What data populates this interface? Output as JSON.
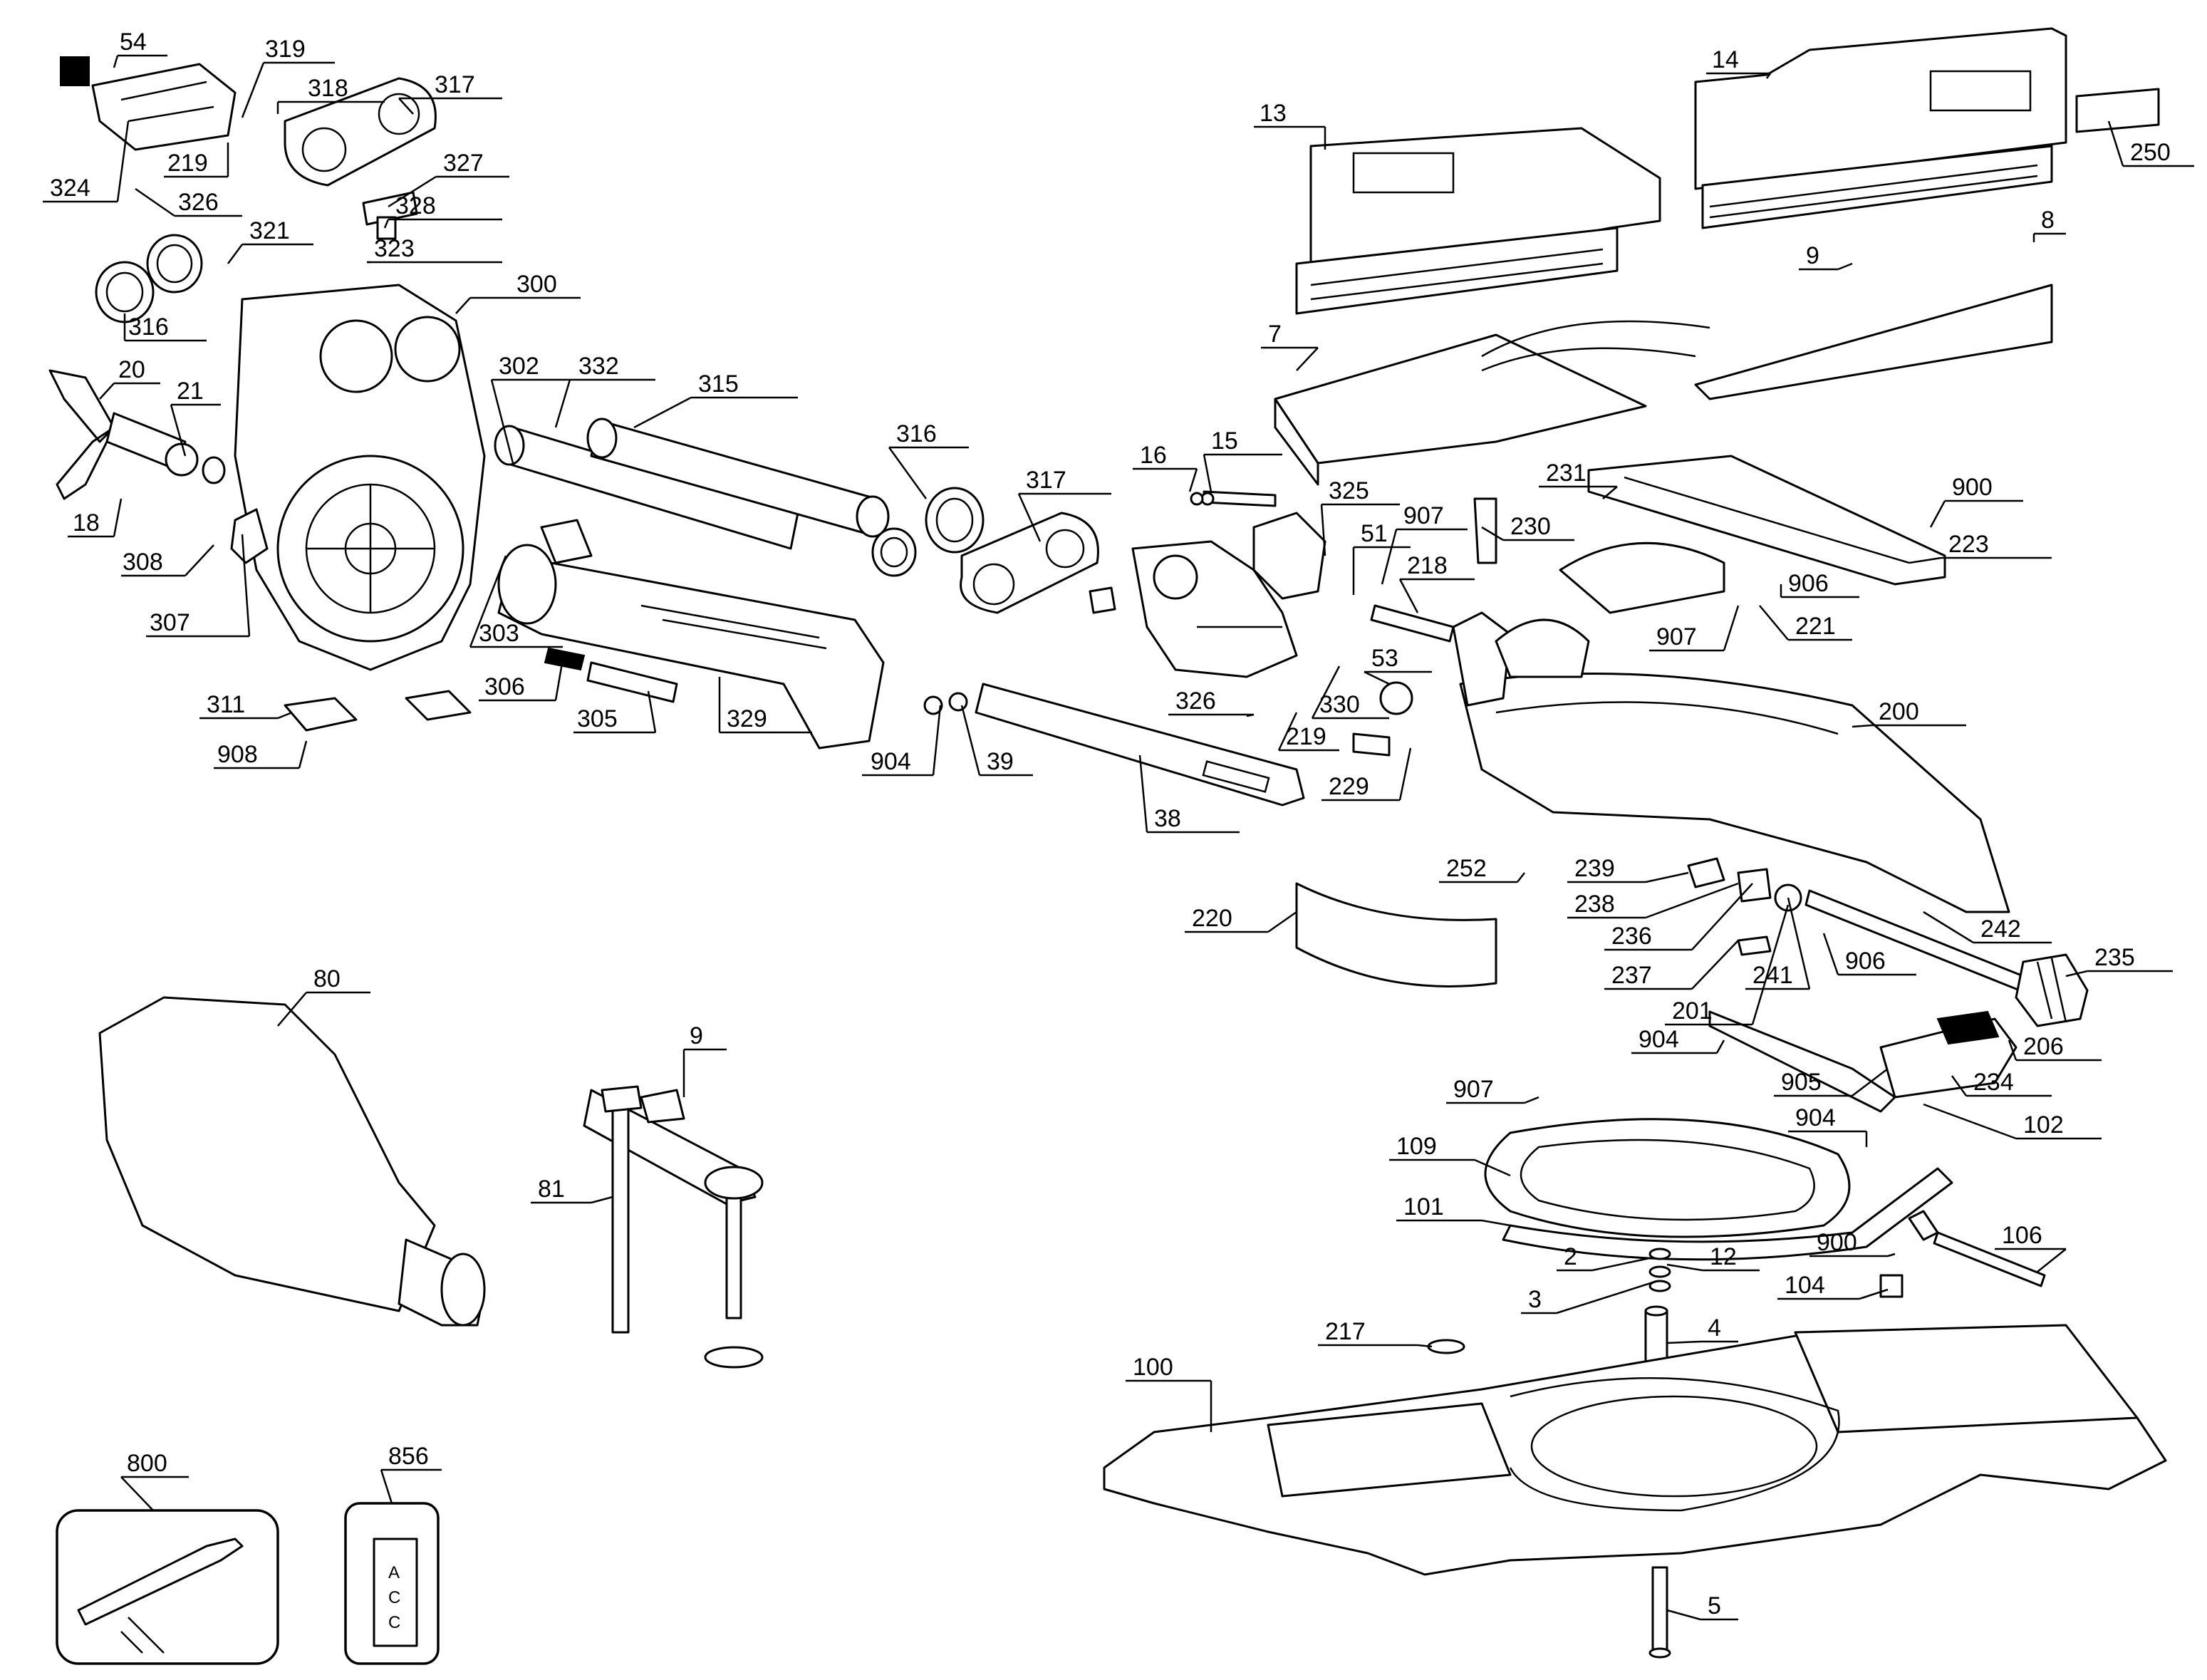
{
  "diagram": {
    "part_numbers": [
      "54",
      "319",
      "318",
      "317",
      "324",
      "219",
      "326",
      "327",
      "328",
      "323",
      "321",
      "300",
      "316",
      "20",
      "21",
      "18",
      "308",
      "307",
      "302",
      "303",
      "306",
      "305",
      "311",
      "908",
      "332",
      "315",
      "329",
      "316",
      "317",
      "904",
      "39",
      "38",
      "16",
      "15",
      "325",
      "326",
      "219",
      "330",
      "907",
      "51",
      "218",
      "53",
      "229",
      "230",
      "231",
      "13",
      "14",
      "250",
      "8",
      "9",
      "7",
      "900",
      "223",
      "906",
      "907",
      "221",
      "200",
      "252",
      "239",
      "238",
      "236",
      "237",
      "201",
      "241",
      "906",
      "242",
      "235",
      "904",
      "206",
      "907",
      "905",
      "234",
      "102",
      "904",
      "109",
      "101",
      "2",
      "12",
      "3",
      "900",
      "106",
      "104",
      "4",
      "217",
      "100",
      "5",
      "220",
      "80",
      "9",
      "81",
      "800",
      "856"
    ],
    "label_card_text": [
      "A",
      "C",
      "C"
    ]
  }
}
